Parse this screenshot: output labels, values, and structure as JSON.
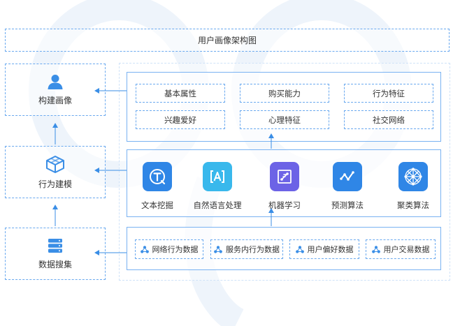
{
  "title": "用户画像架构图",
  "left_column": [
    {
      "label": "构建画像",
      "icon": "user-icon"
    },
    {
      "label": "行为建模",
      "icon": "cube-icon"
    },
    {
      "label": "数据搜集",
      "icon": "database-icon"
    }
  ],
  "features": [
    "基本属性",
    "购买能力",
    "行为特征",
    "兴趣爱好",
    "心理特征",
    "社交网络"
  ],
  "algorithms": [
    {
      "label": "文本挖掘",
      "icon": "text-mining-icon"
    },
    {
      "label": "自然语言处理",
      "icon": "nlp-icon"
    },
    {
      "label": "机器学习",
      "icon": "machine-learning-icon"
    },
    {
      "label": "预测算法",
      "icon": "prediction-icon"
    },
    {
      "label": "聚类算法",
      "icon": "clustering-icon"
    }
  ],
  "sources": [
    "网络行为数据",
    "服务内行为数据",
    "用户偏好数据",
    "用户交易数据"
  ],
  "colors": {
    "accent": "#3a8ee6",
    "border": "#6aa9ef",
    "nlp": "#39b8ec",
    "ml": "#6c63e6"
  }
}
